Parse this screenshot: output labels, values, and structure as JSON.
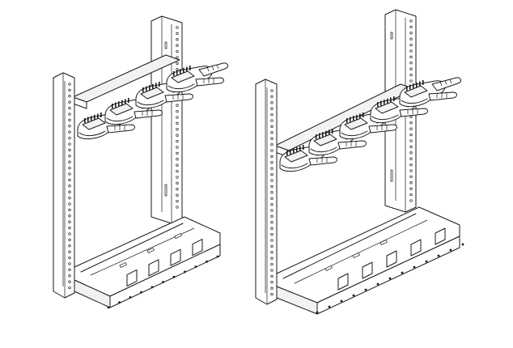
{
  "figure": {
    "background": "#ffffff",
    "line_color": "#1a1a1a",
    "racks": [
      {
        "id": "left",
        "trays": 4
      },
      {
        "id": "right",
        "trays": 5
      }
    ]
  }
}
